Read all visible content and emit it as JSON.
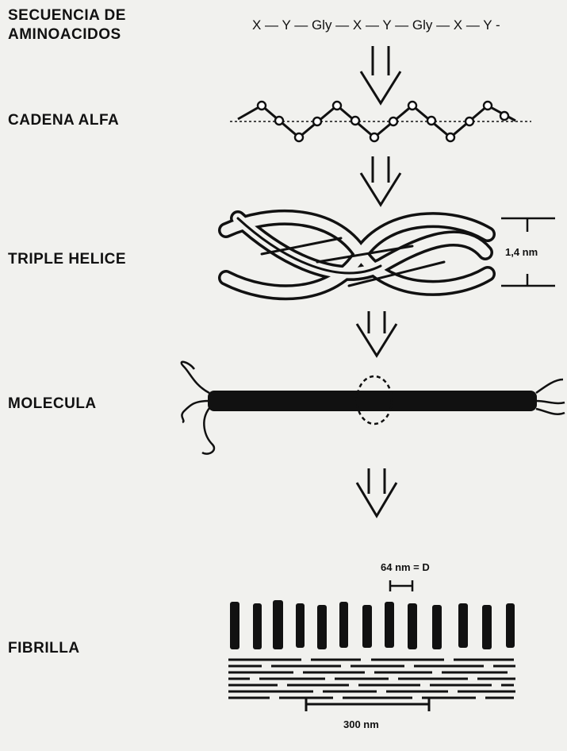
{
  "stages": [
    {
      "id": "aminoacidos",
      "label": "SECUENCIA DE\nAMINOACIDOS"
    },
    {
      "id": "cadena",
      "label": "CADENA  ALFA"
    },
    {
      "id": "triple",
      "label": "TRIPLE  HELICE"
    },
    {
      "id": "molecula",
      "label": "MOLECULA"
    },
    {
      "id": "fibrilla",
      "label": "FIBRILLA"
    }
  ],
  "sequence": "X — Y — Gly — X — Y — Gly — X — Y -",
  "helix_diameter": "1,4  nm",
  "d_period": "64  nm = D",
  "scale_bar": "300  nm"
}
